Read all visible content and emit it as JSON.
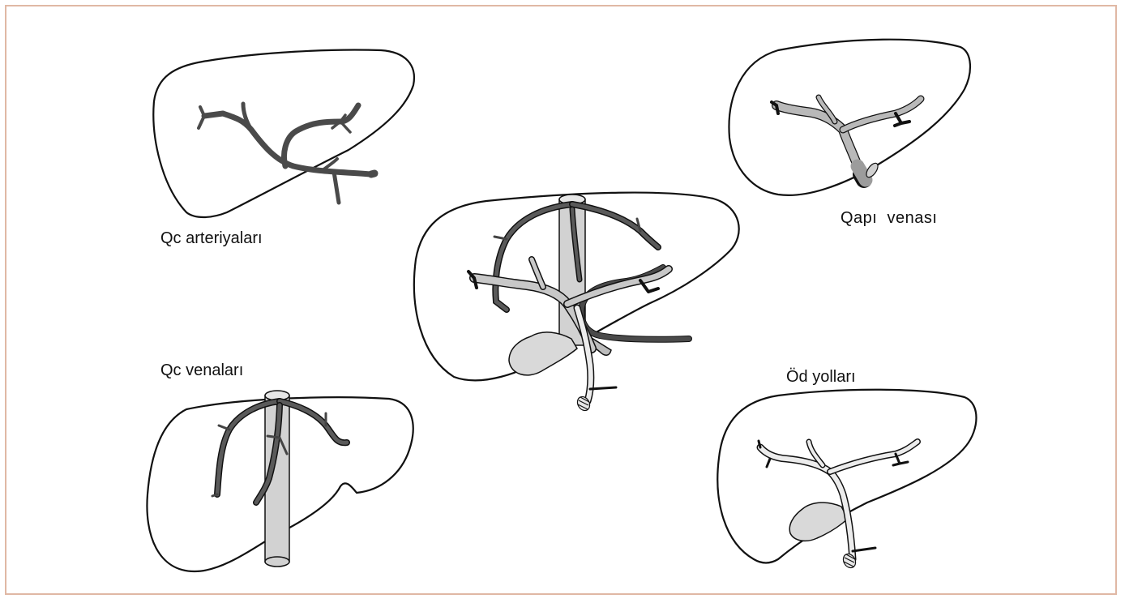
{
  "labels": {
    "hepatic_arteries": "Qc arteriyaları",
    "portal_vein": "Qapı  venası",
    "hepatic_veins": "Qc venaları",
    "bile_ducts": "Öd yolları"
  },
  "colors": {
    "frame_border": "#e0b8a4",
    "outline": "#111111",
    "artery": "#4a4a4a",
    "portal": "#b9b9b9",
    "vein": "#5a5a5a",
    "cava": "#d2d2d2",
    "bile": "#e6e6e6",
    "gallbladder": "#d9d9d9"
  }
}
